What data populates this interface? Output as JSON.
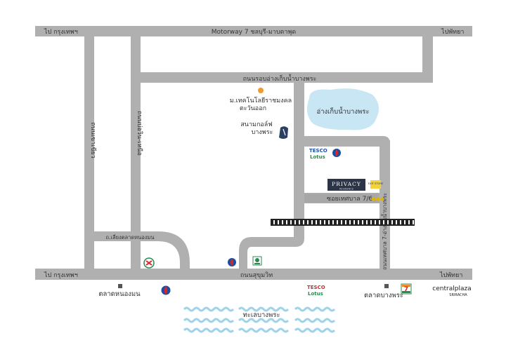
{
  "map": {
    "roads": {
      "motorway": "Motorway 7 ชลบุรี-มาบตาพุด",
      "to_bangkok_top": "ไป กรุงเทพฯ",
      "to_pattaya_top": "ไปพัทยา",
      "reservoir_ring_road": "ถนนรอบอ่างเก็บน้ำบางพระ",
      "khao_khiao_road": "ถนนเขาเขียว",
      "bueng_road": "ถนนบ่อวิน-เหนือ",
      "bypass_road": "ถ.เลี่ยงตลาดหนองมน",
      "sukhumvit": "ถนนสุขุมวิท",
      "to_bangkok_bottom": "ไป กรุงเทพฯ",
      "to_pattaya_bottom": "ไปพัทยา",
      "soi_thesaban": "ซอยเทศบาล 7/6",
      "thesaban_road": "ถนนเทศบาล 7-อ่างเก็บน้ำบางพระ"
    },
    "places": {
      "university": "ม.เทคโนโลยีราชมงคล ตะวันออก",
      "university_line1": "ม.เทคโนโลยีราชมงคล",
      "university_line2": "ตะวันออก",
      "golf_line1": "สนามกอล์ฟ",
      "golf_line2": "บางพระ",
      "reservoir": "อ่างเก็บน้ำบางพระ",
      "market_nongmon": "ตลาดหนองมน",
      "market_bangphra": "ตลาดบางพระ",
      "sea": "ทะเลบางพระ",
      "central_name": "centralplaza",
      "central_sub": "SRIRACHA"
    },
    "brands": {
      "tesco": "TESCO",
      "lotus": "Lotus",
      "privacy": "PRIVACY",
      "privacy_sub": "RESIDENCE",
      "exit_tag": "EXIT STORE",
      "seven": "7"
    },
    "colors": {
      "road": "#b0b0b0",
      "reservoir": "#c9e6f4",
      "sea_wave": "#9fd3ea",
      "university_dot": "#f29a2e",
      "tesco_blue": "#1d4fa0",
      "tesco_red": "#d8262e",
      "lotus_green": "#2a8c4f",
      "privacy_bg": "#2c3547",
      "exit_yellow": "#f3d23a",
      "railway": "#222222"
    }
  }
}
